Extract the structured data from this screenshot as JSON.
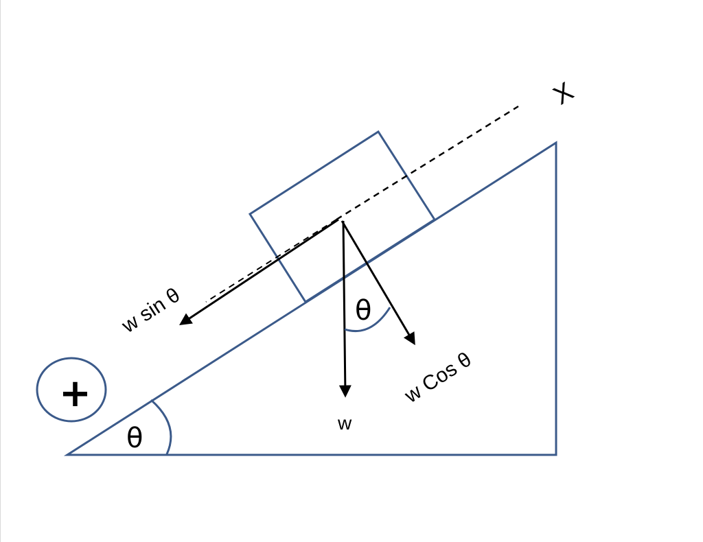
{
  "diagram": {
    "labels": {
      "x_axis": "X",
      "w_sin": "w sin θ",
      "w_cos": "w Cos θ",
      "w": "w",
      "theta_force": "θ",
      "theta_base": "θ",
      "plus": "+"
    },
    "colors": {
      "outline": "#3b5a8a",
      "arrow": "#000000",
      "background": "#ffffff"
    }
  }
}
